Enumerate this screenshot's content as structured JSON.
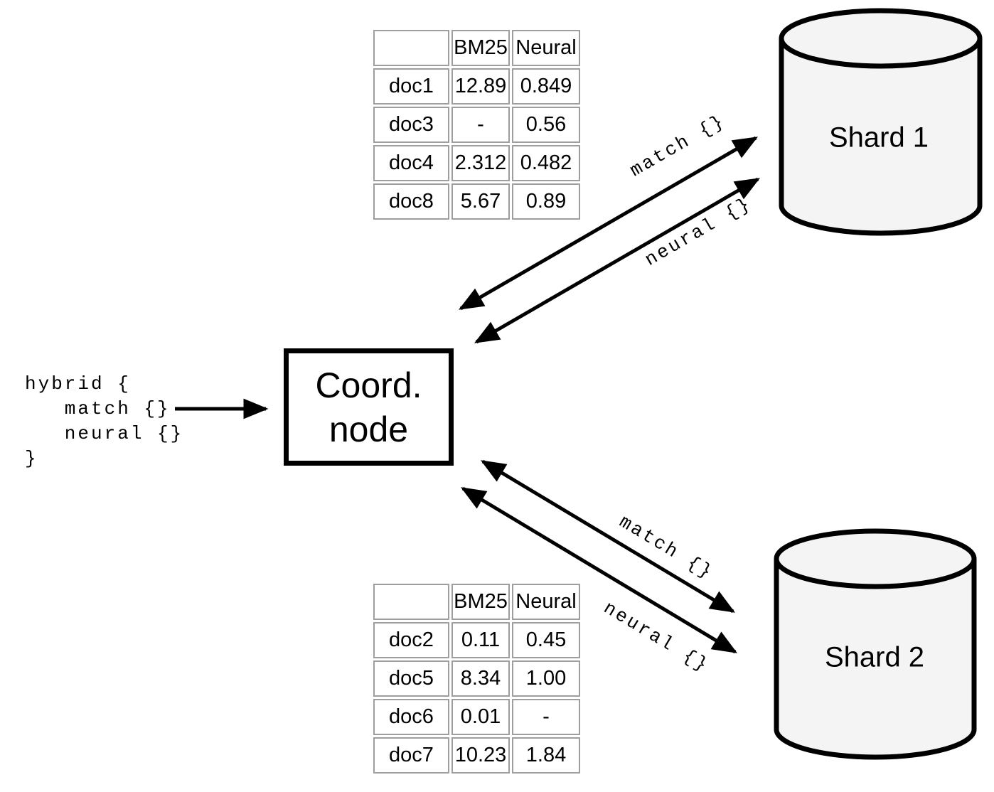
{
  "diagram": {
    "query_text": "hybrid {\n   match {}\n   neural {}\n}",
    "coordinator": {
      "line1": "Coord.",
      "line2": "node"
    },
    "shard1": {
      "label": "Shard 1"
    },
    "shard2": {
      "label": "Shard 2"
    },
    "edges": {
      "shard1_match": "match {}",
      "shard1_neural": "neural {}",
      "shard2_match": "match {}",
      "shard2_neural": "neural {}"
    },
    "shard1_table": {
      "columns": [
        "",
        "BM25",
        "Neural"
      ],
      "rows": [
        [
          "doc1",
          "12.89",
          "0.849"
        ],
        [
          "doc3",
          "-",
          "0.56"
        ],
        [
          "doc4",
          "2.312",
          "0.482"
        ],
        [
          "doc8",
          "5.67",
          "0.89"
        ]
      ]
    },
    "shard2_table": {
      "columns": [
        "",
        "BM25",
        "Neural"
      ],
      "rows": [
        [
          "doc2",
          "0.11",
          "0.45"
        ],
        [
          "doc5",
          "8.34",
          "1.00"
        ],
        [
          "doc6",
          "0.01",
          "-"
        ],
        [
          "doc7",
          "10.23",
          "1.84"
        ]
      ]
    },
    "colors": {
      "stroke": "#000000",
      "table_border": "#9e9e9e",
      "shard_fill": "#f4f4f4",
      "background": "#ffffff"
    }
  }
}
